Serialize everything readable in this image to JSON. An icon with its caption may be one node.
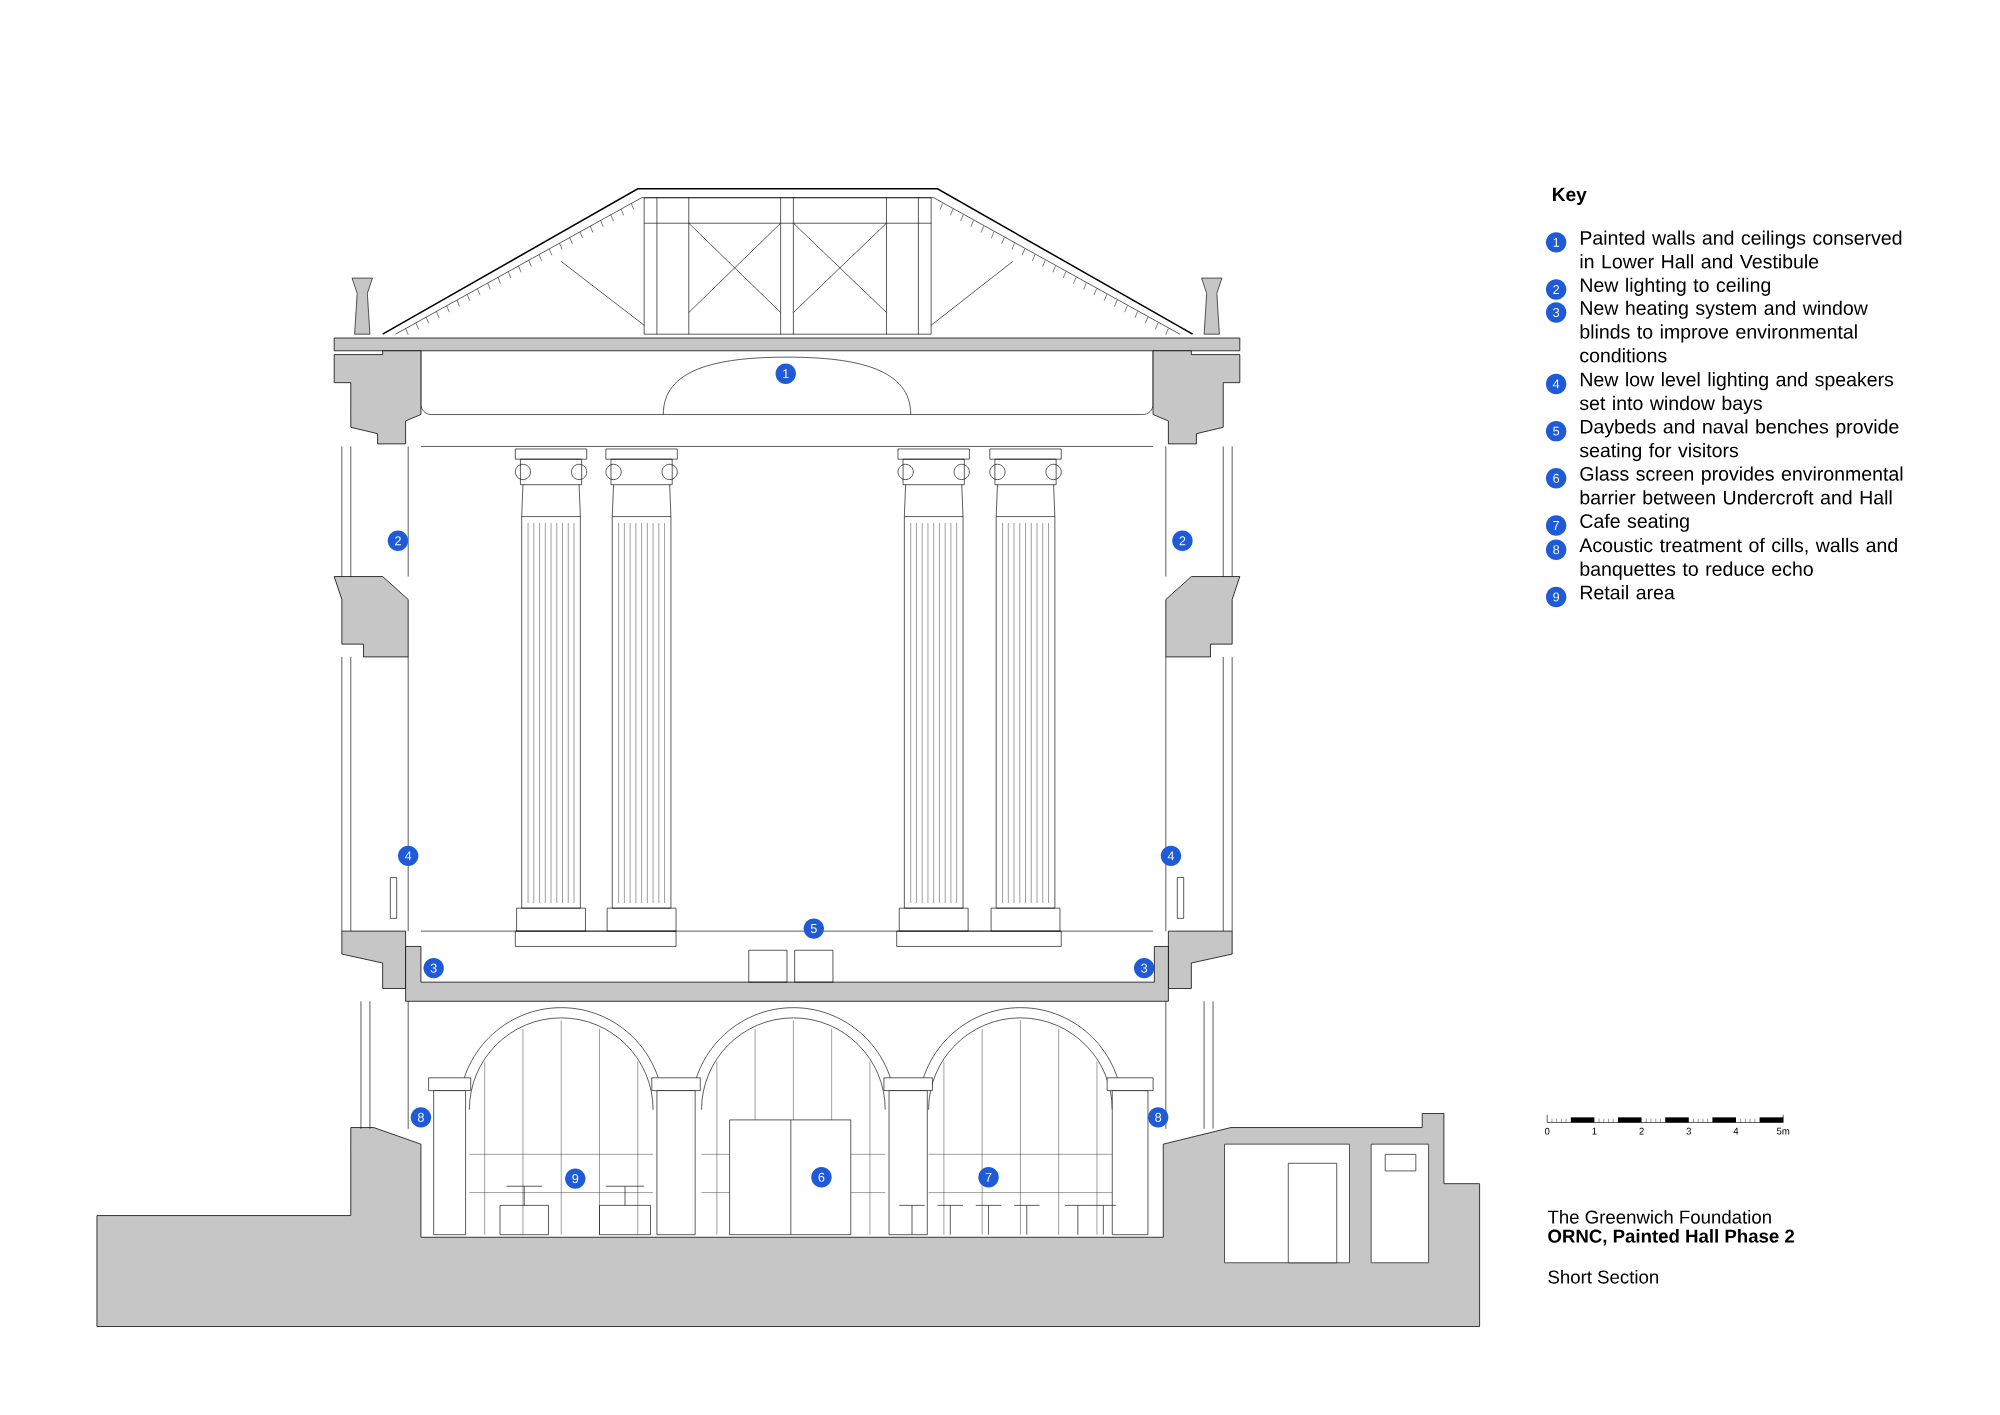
{
  "diagram": {
    "labels": [
      "1",
      "2",
      "2",
      "4",
      "4",
      "5",
      "3",
      "3",
      "8",
      "8",
      "9",
      "6",
      "7",
      "Key",
      "1",
      "2",
      "3",
      "4",
      "5",
      "6",
      "7",
      "8",
      "9",
      "0",
      "1",
      "2",
      "3",
      "4",
      "5m",
      "The Greenwich Foundation",
      "ORNC, Painted Hall Phase 2",
      "Short Section"
    ],
    "legend": [
      {
        "text": "Painted walls and ceilings conserved in Lower Hall and Vestibule"
      },
      {
        "text": "New lighting to ceiling"
      },
      {
        "text": "New heating system and window blinds to improve environmental conditions"
      },
      {
        "text": "New low level lighting and speakers set into window bays"
      },
      {
        "text": "Daybeds and naval benches provide seating for visitors"
      },
      {
        "text": "Glass screen provides environmental barrier between Undercroft and Hall"
      },
      {
        "text": "Cafe seating"
      },
      {
        "text": "Acoustic treatment of cills, walls and banquettes to reduce echo"
      },
      {
        "text": "Retail area"
      }
    ]
  }
}
